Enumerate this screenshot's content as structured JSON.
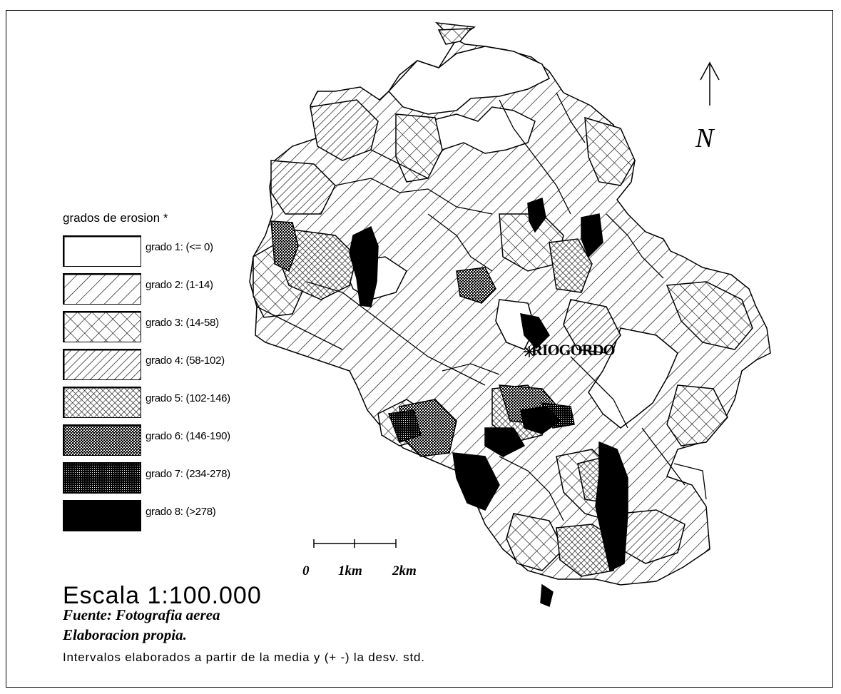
{
  "legend": {
    "title": "grados de erosion *",
    "items": [
      {
        "label": "grado 1: (<= 0)",
        "pattern": "blank"
      },
      {
        "label": "grado 2: (1-14)",
        "pattern": "diag-wide"
      },
      {
        "label": "grado 3: (14-58)",
        "pattern": "cross-wide"
      },
      {
        "label": "grado 4: (58-102)",
        "pattern": "diag-narrow"
      },
      {
        "label": "grado 5: (102-146)",
        "pattern": "cross-narrow"
      },
      {
        "label": "grado 6: (146-190)",
        "pattern": "grid-dense"
      },
      {
        "label": "grado 7: (234-278)",
        "pattern": "dots-dense"
      },
      {
        "label": "grado 8: (>278)",
        "pattern": "solid"
      }
    ]
  },
  "north": {
    "label": "N"
  },
  "town": {
    "label": "RIOGORDO"
  },
  "scale_bar": {
    "ticks": [
      "0",
      "1km",
      "2km"
    ],
    "text": "Escala 1:100.000"
  },
  "source": {
    "line1": "Fuente: Fotografia aerea",
    "line2": "Elaboracion propia."
  },
  "note": "Intervalos elaborados a partir de la media y (+ -) la desv. std.",
  "colors": {
    "ink": "#000000",
    "paper": "#ffffff"
  }
}
